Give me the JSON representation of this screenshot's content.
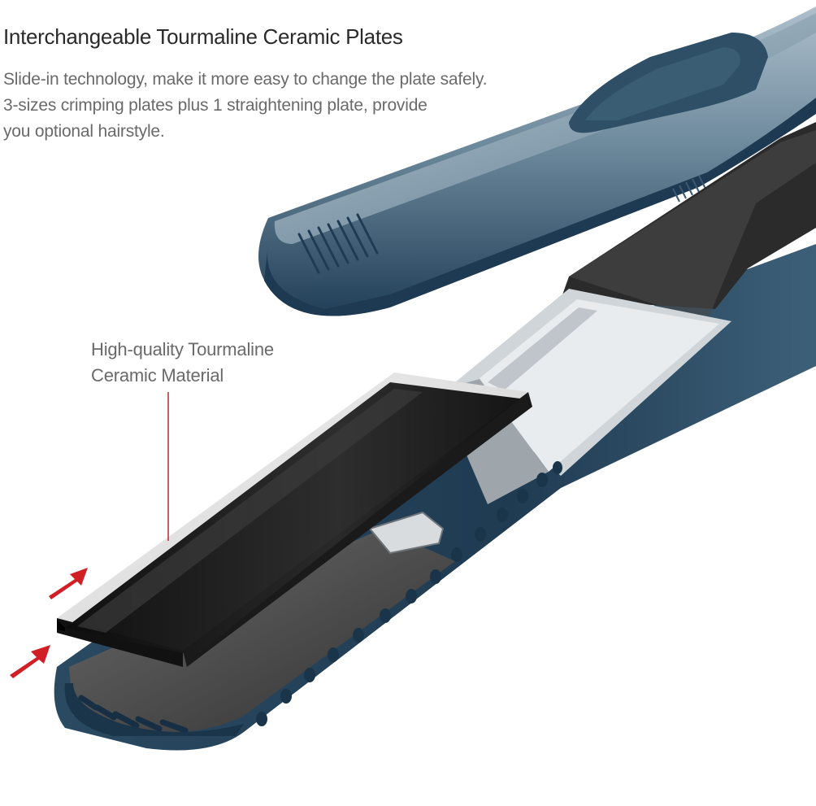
{
  "headline": "Interchangeable Tourmaline Ceramic Plates",
  "description": {
    "line1": "Slide-in technology, make it more easy to change the plate safely.",
    "line2": "3-sizes crimping plates plus 1 straightening plate, provide",
    "line3": "you optional hairstyle."
  },
  "callout": {
    "line1": "High-quality Tourmaline",
    "line2": "Ceramic Material"
  },
  "colors": {
    "body": "#2d4a5e",
    "body_light": "#5f7c8f",
    "accent_arrow": "#d11f26",
    "plate": "#1c1c1c"
  },
  "icons": [
    "insert-arrow-icon",
    "insert-arrow-icon"
  ]
}
